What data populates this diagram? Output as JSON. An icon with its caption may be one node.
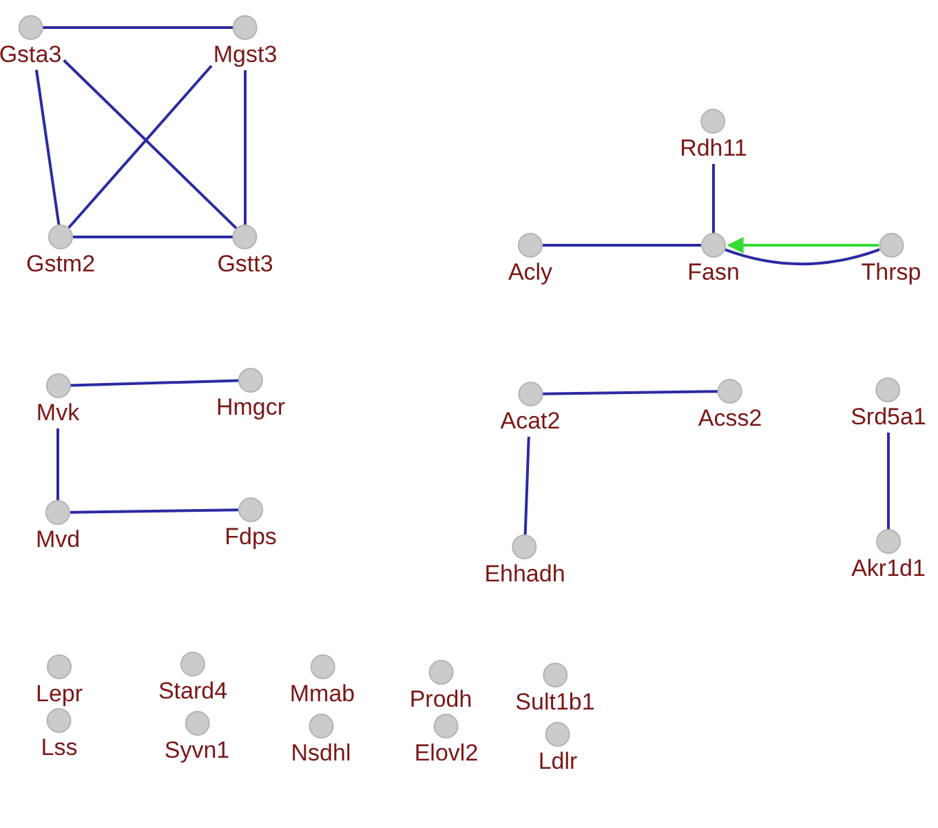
{
  "diagram": {
    "nodes": [
      {
        "text": [
          "Gsta3"
        ]
      },
      {
        "text": [
          "Mgst3"
        ]
      },
      {
        "text": [
          "Gstm2"
        ]
      },
      {
        "text": [
          "Gstt3"
        ]
      },
      {
        "text": [
          "Rdh11"
        ]
      },
      {
        "text": [
          "Acly"
        ]
      },
      {
        "text": [
          "Fasn"
        ]
      },
      {
        "text": [
          "Thrsp"
        ]
      },
      {
        "text": [
          "Mvk"
        ]
      },
      {
        "text": [
          "Hmgcr"
        ]
      },
      {
        "text": [
          "Mvd"
        ]
      },
      {
        "text": [
          "Fdps"
        ]
      },
      {
        "text": [
          "Acat2"
        ]
      },
      {
        "text": [
          "Acss2"
        ]
      },
      {
        "text": [
          "Srd5a1"
        ]
      },
      {
        "text": [
          "Ehhadh"
        ]
      },
      {
        "text": [
          "Akr1d1"
        ]
      },
      {
        "text": [
          "Lepr"
        ]
      },
      {
        "text": [
          "Stard4"
        ]
      },
      {
        "text": [
          "Mmab"
        ]
      },
      {
        "text": [
          "Prodh"
        ]
      },
      {
        "text": [
          "Sult1b1"
        ]
      },
      {
        "text": [
          "Lss"
        ]
      },
      {
        "text": [
          "Syvn1"
        ]
      },
      {
        "text": [
          "Nsdhl"
        ]
      },
      {
        "text": [
          "Elovl2"
        ]
      },
      {
        "text": [
          "Ldlr"
        ]
      }
    ],
    "edges": [
      {
        "from": 0,
        "to": 1,
        "arrow": "none"
      },
      {
        "from": 0,
        "to": 2,
        "arrow": "none"
      },
      {
        "from": 0,
        "to": 3,
        "arrow": "none"
      },
      {
        "from": 1,
        "to": 2,
        "arrow": "none"
      },
      {
        "from": 1,
        "to": 3,
        "arrow": "none"
      },
      {
        "from": 2,
        "to": 3,
        "arrow": "none"
      },
      {
        "from": 4,
        "to": 6,
        "arrow": "none"
      },
      {
        "from": 5,
        "to": 6,
        "arrow": "none"
      },
      {
        "from": 7,
        "to": 6,
        "arrow": "to",
        "color": "#33dd33"
      },
      {
        "from": 7,
        "to": 6,
        "arrow": "none"
      },
      {
        "from": 8,
        "to": 9,
        "arrow": "none"
      },
      {
        "from": 8,
        "to": 10,
        "arrow": "none"
      },
      {
        "from": 10,
        "to": 11,
        "arrow": "none"
      },
      {
        "from": 12,
        "to": 13,
        "arrow": "none"
      },
      {
        "from": 12,
        "to": 15,
        "arrow": "none"
      },
      {
        "from": 14,
        "to": 16,
        "arrow": "none"
      }
    ]
  }
}
